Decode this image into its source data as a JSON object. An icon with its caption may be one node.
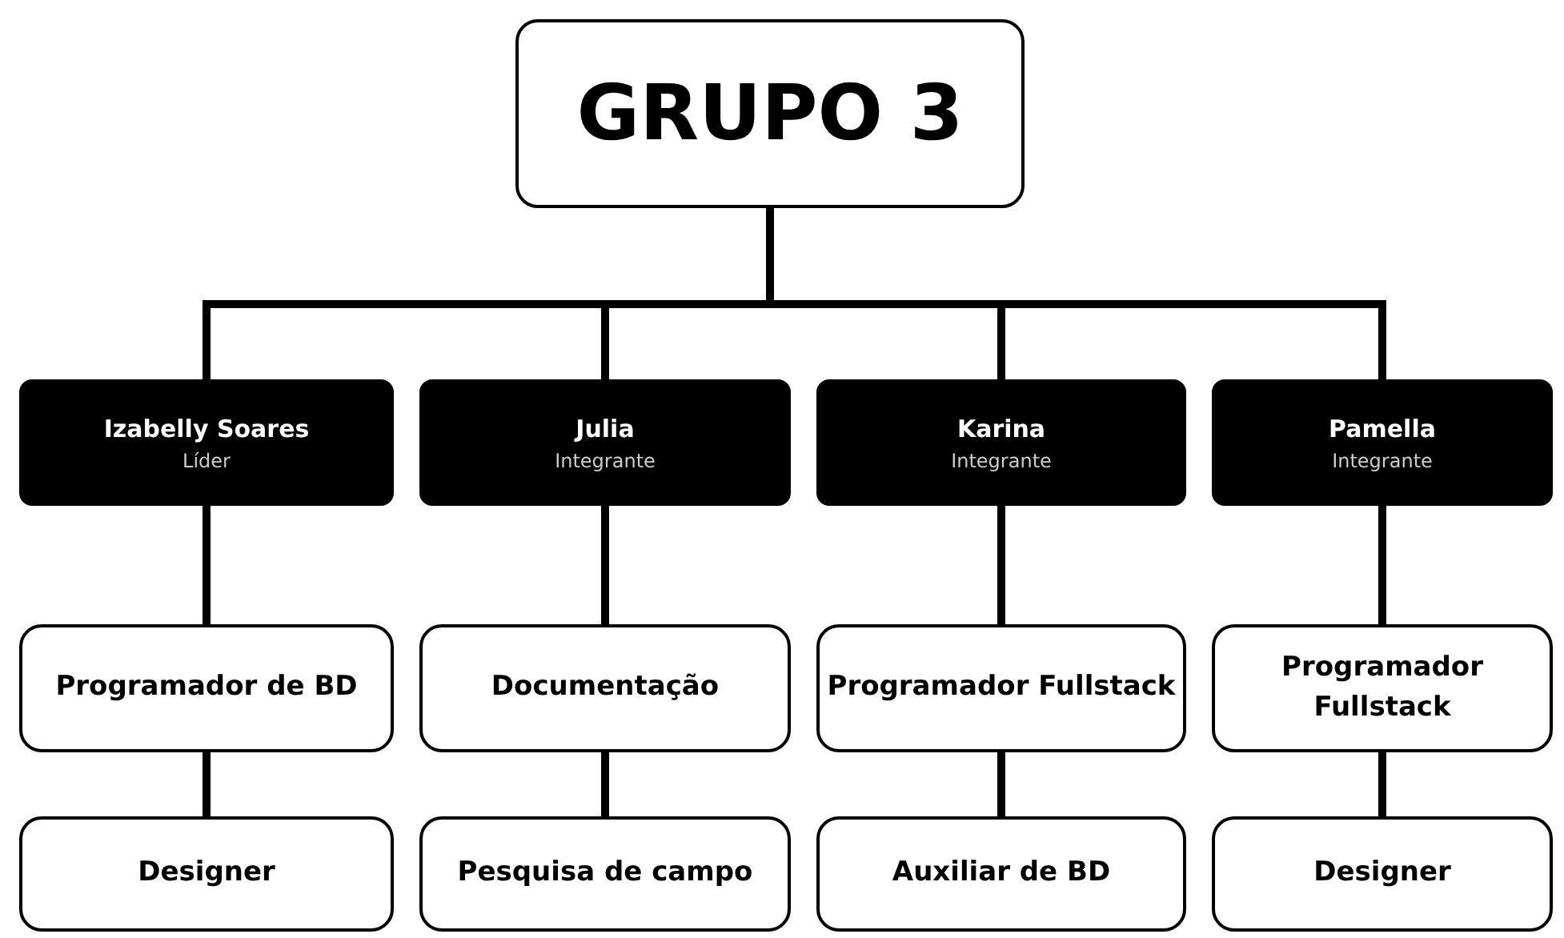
{
  "diagram": {
    "nodes": [
      {
        "text": [
          "GRUPO 3"
        ]
      },
      {
        "text": [
          "Izabelly Soares",
          "Líder"
        ]
      },
      {
        "text": [
          "Julia",
          "Integrante"
        ]
      },
      {
        "text": [
          "Karina",
          "Integrante"
        ]
      },
      {
        "text": [
          "Pamella",
          "Integrante"
        ]
      },
      {
        "text": [
          "Programador de BD"
        ]
      },
      {
        "text": [
          "Documentação"
        ]
      },
      {
        "text": [
          "Programador Fullstack"
        ]
      },
      {
        "text": [
          "Programador Fullstack"
        ]
      },
      {
        "text": [
          "Designer"
        ]
      },
      {
        "text": [
          "Pesquisa de campo"
        ]
      },
      {
        "text": [
          "Auxiliar de BD"
        ]
      },
      {
        "text": [
          "Designer"
        ]
      }
    ],
    "edges": [
      {
        "from": 0,
        "to": 1,
        "arrow": "none"
      },
      {
        "from": 0,
        "to": 2,
        "arrow": "none"
      },
      {
        "from": 0,
        "to": 3,
        "arrow": "none"
      },
      {
        "from": 0,
        "to": 4,
        "arrow": "none"
      },
      {
        "from": 1,
        "to": 5,
        "arrow": "none"
      },
      {
        "from": 2,
        "to": 6,
        "arrow": "none"
      },
      {
        "from": 3,
        "to": 7,
        "arrow": "none"
      },
      {
        "from": 4,
        "to": 8,
        "arrow": "none"
      },
      {
        "from": 5,
        "to": 9,
        "arrow": "none"
      },
      {
        "from": 6,
        "to": 10,
        "arrow": "none"
      },
      {
        "from": 7,
        "to": 11,
        "arrow": "none"
      },
      {
        "from": 8,
        "to": 12,
        "arrow": "none"
      }
    ]
  }
}
